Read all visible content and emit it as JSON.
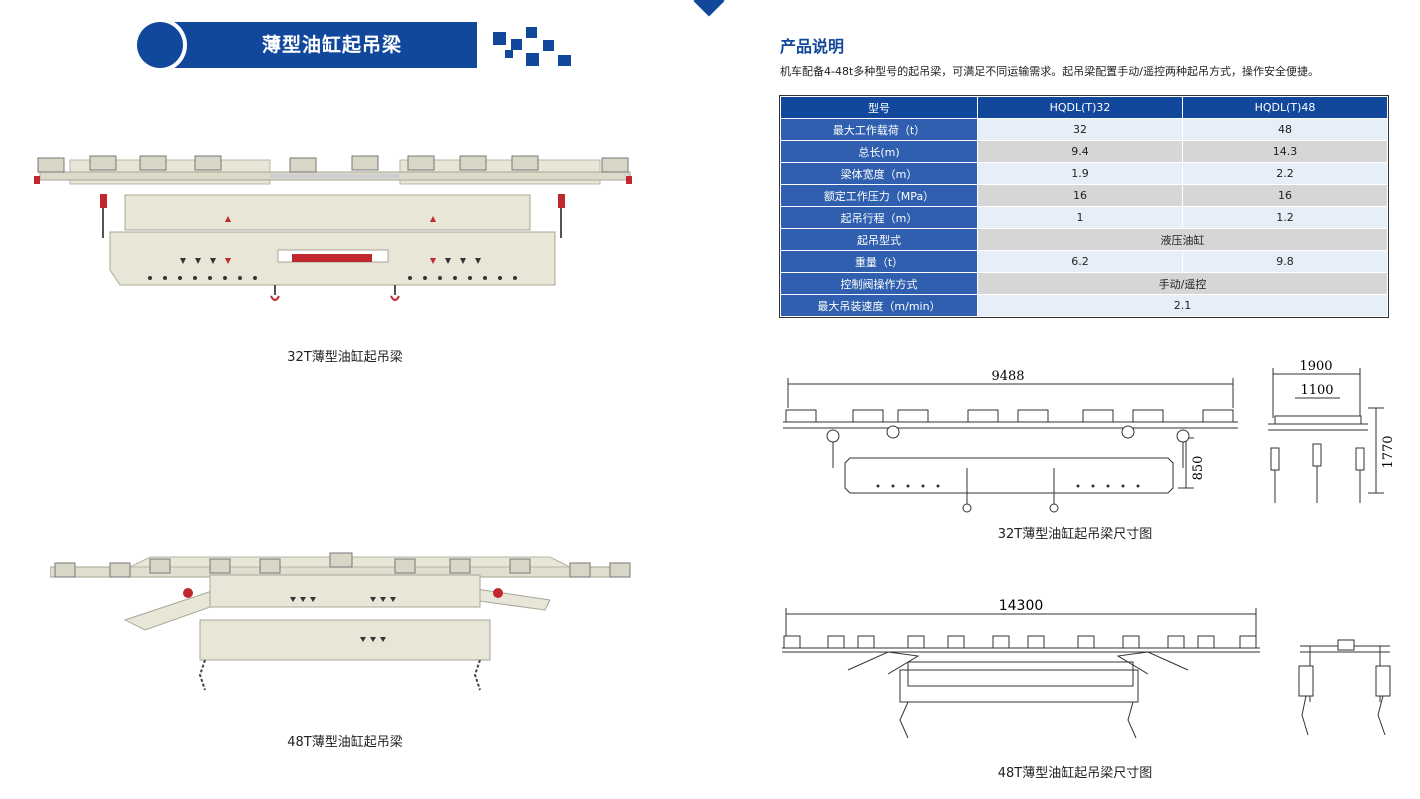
{
  "left": {
    "banner_title": "薄型油缸起吊梁",
    "caption_32t": "32T薄型油缸起吊梁",
    "caption_48t": "48T薄型油缸起吊梁"
  },
  "right": {
    "section_title": "产品说明",
    "description": "机车配备4-48t多种型号的起吊梁，可满足不同运输需求。起吊梁配置手动/遥控两种起吊方式，操作安全便捷。",
    "table": {
      "headers": [
        "型号",
        "HQDL(T)32",
        "HQDL(T)48"
      ],
      "rows": [
        {
          "label": "最大工作载荷（t）",
          "v1": "32",
          "v2": "48"
        },
        {
          "label": "总长(m)",
          "v1": "9.4",
          "v2": "14.3"
        },
        {
          "label": "梁体宽度（m）",
          "v1": "1.9",
          "v2": "2.2"
        },
        {
          "label": "额定工作压力（MPa）",
          "v1": "16",
          "v2": "16"
        },
        {
          "label": "起吊行程（m）",
          "v1": "1",
          "v2": "1.2"
        },
        {
          "label": "起吊型式",
          "merged": "液压油缸"
        },
        {
          "label": "重量（t）",
          "v1": "6.2",
          "v2": "9.8"
        },
        {
          "label": "控制阀操作方式",
          "merged": "手动/遥控"
        },
        {
          "label": "最大吊装速度（m/min）",
          "merged": "2.1"
        }
      ]
    },
    "drawing_32t": {
      "length": "9488",
      "height": "850",
      "width_outer": "1900",
      "width_inner": "1100",
      "total_height": "1770",
      "caption": "32T薄型油缸起吊梁尺寸图"
    },
    "drawing_48t": {
      "length": "14300",
      "caption": "48T薄型油缸起吊梁尺寸图"
    }
  },
  "colors": {
    "brand": "#11489c",
    "label_cell": "#2f5fae",
    "beam": "#e8e6d6",
    "hook_red": "#c0282e"
  }
}
